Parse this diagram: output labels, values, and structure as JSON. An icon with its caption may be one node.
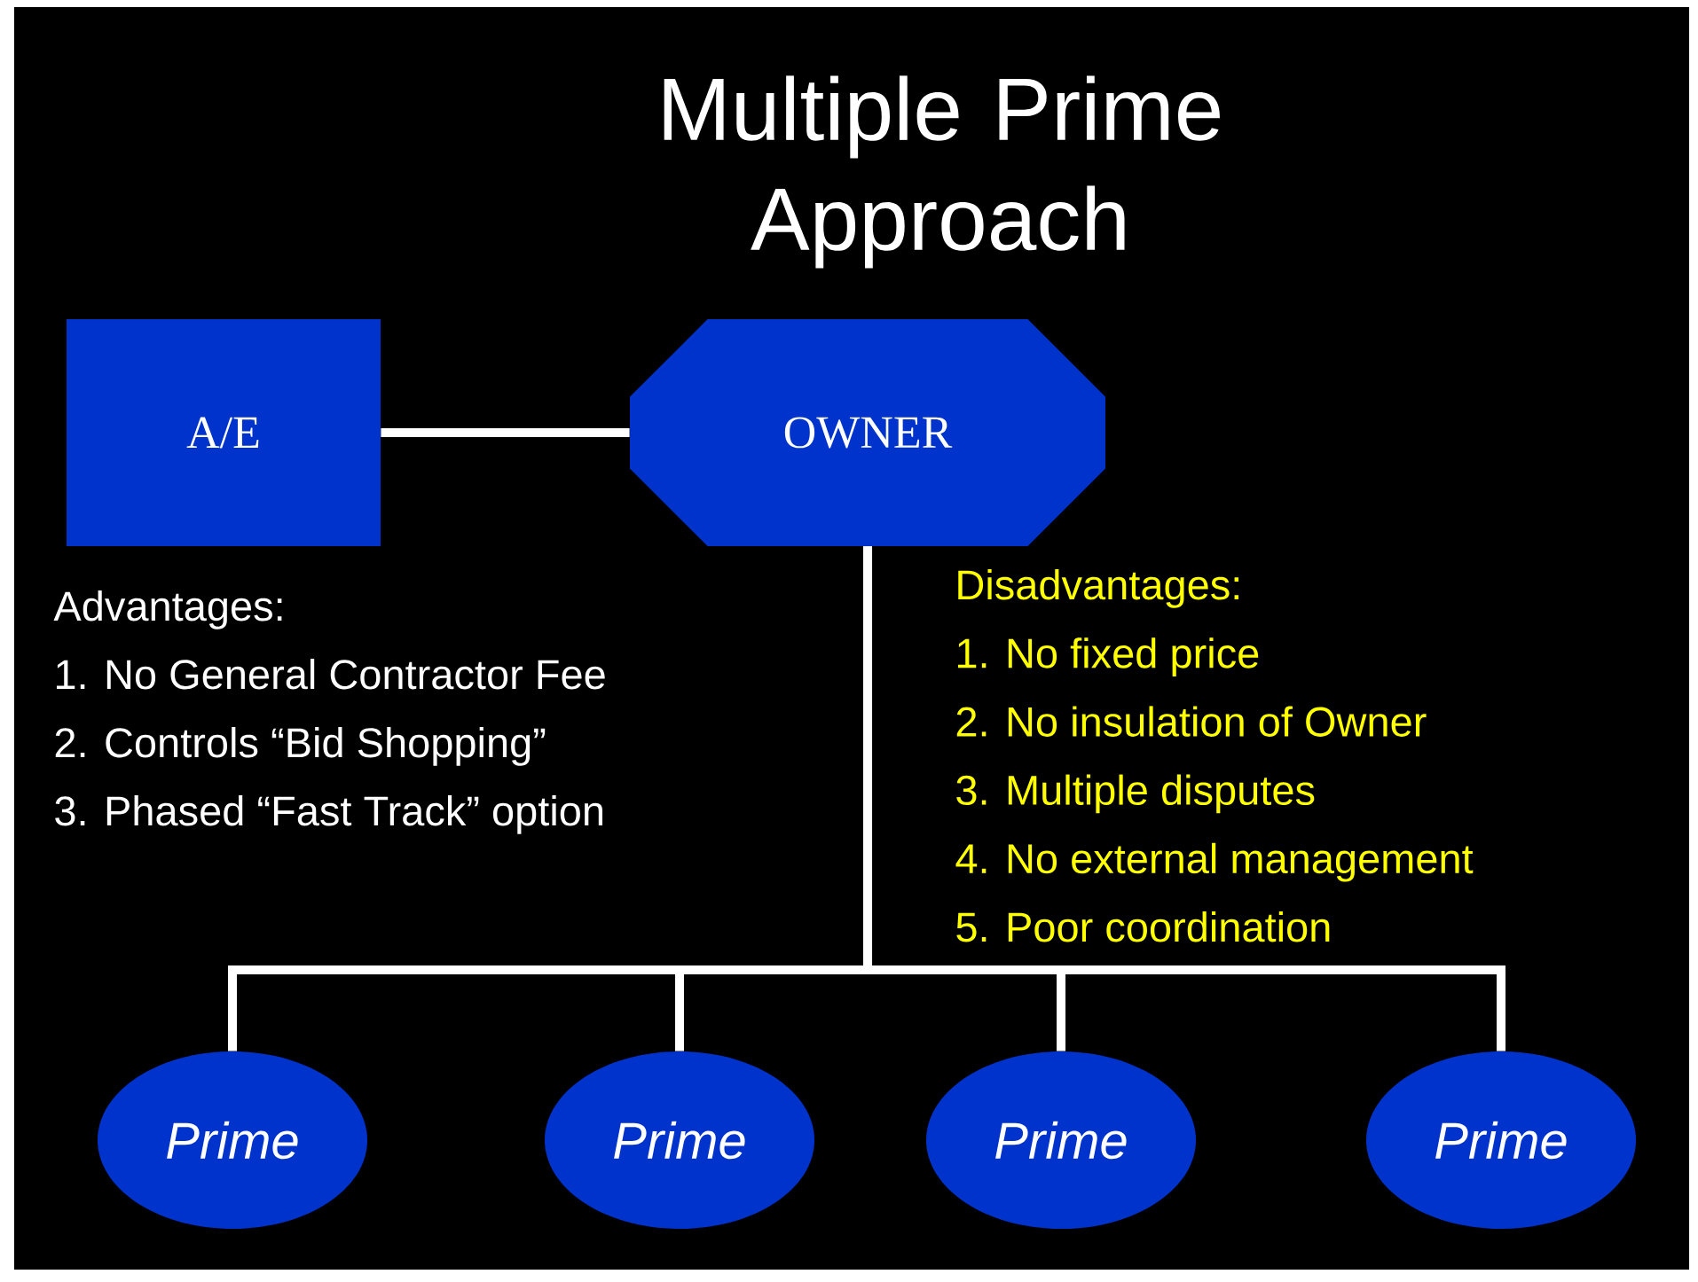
{
  "diagram": {
    "title": "Multiple Prime Approach",
    "nodes": [
      {
        "text": [
          "A/E"
        ]
      },
      {
        "text": [
          "OWNER"
        ]
      },
      {
        "text": [
          "Prime"
        ]
      },
      {
        "text": [
          "Prime"
        ]
      },
      {
        "text": [
          "Prime"
        ]
      },
      {
        "text": [
          "Prime"
        ]
      }
    ],
    "edges": [
      {
        "from": 0,
        "to": 1,
        "arrow": "none"
      },
      {
        "from": 1,
        "to": 2,
        "arrow": "none"
      },
      {
        "from": 1,
        "to": 3,
        "arrow": "none"
      },
      {
        "from": 1,
        "to": 4,
        "arrow": "none"
      },
      {
        "from": 1,
        "to": 5,
        "arrow": "none"
      }
    ],
    "labels": [
      "Advantages:",
      "1. No General Contractor Fee",
      "2. Controls “Bid Shopping”",
      "3. Phased “Fast Track” option",
      "Disadvantages:",
      "1. No fixed price",
      "2. No insulation of Owner",
      "3. Multiple disputes",
      "4. No external management",
      "5. Poor coordination"
    ]
  }
}
